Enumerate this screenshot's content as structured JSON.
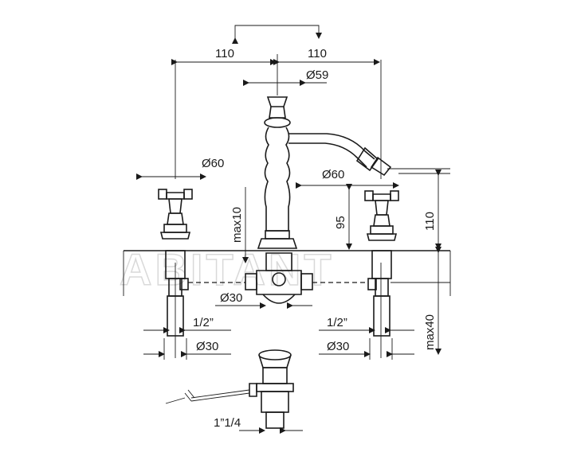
{
  "drawing": {
    "labels": {
      "spread_left": "110",
      "spread_right": "110",
      "spout_diameter": "Ø59",
      "handle_left_diameter": "Ø60",
      "handle_right_diameter": "Ø60",
      "max10": "max10",
      "height_95": "95",
      "height_110": "110",
      "hole_diameter_center": "Ø30",
      "thread_left": "1/2”",
      "thread_right": "1/2”",
      "hole_diameter_left": "Ø30",
      "hole_diameter_right": "Ø30",
      "max40": "max40",
      "waste_thread": "1”1/4"
    },
    "watermark": "ABITANT"
  }
}
